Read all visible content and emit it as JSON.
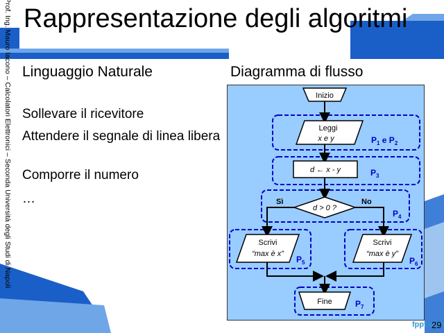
{
  "slide": {
    "title": "Rappresentazione degli algoritmi",
    "side_text": "Prof. Ing. Mauro Iacono – Calcolatori Elettronici – Seconda Università degli Studi di Napoli",
    "left_heading": "Linguaggio Naturale",
    "right_heading": "Diagramma di flusso",
    "steps": [
      "Sollevare il ricevitore",
      "Attendere il segnale di linea libera",
      "Comporre il numero",
      "…"
    ],
    "brand": "fppt.com",
    "page_number": "29"
  },
  "flowchart": {
    "start": "Inizio",
    "read_line1": "Leggi",
    "read_line2": "x e y",
    "assign": "d ← x - y",
    "decision": "d > 0 ?",
    "yes": "Sì",
    "no": "No",
    "write_line1": "Scrivi",
    "write_left": "“max è x”",
    "write_right": "“max è y”",
    "end": "Fine",
    "p12": "P",
    "p12_sub1": "1",
    "p12_mid": " e P",
    "p12_sub2": "2",
    "p3": "P",
    "p3_sub": "3",
    "p4": "P",
    "p4_sub": "4",
    "p5": "P",
    "p5_sub": "5",
    "p6": "P",
    "p6_sub": "6",
    "p7": "P",
    "p7_sub": "7"
  },
  "colors": {
    "deco_blue": "#1a5fc8",
    "panel_bg": "#99ccff",
    "group_border": "#0000cc",
    "label_blue": "#0000cc"
  }
}
